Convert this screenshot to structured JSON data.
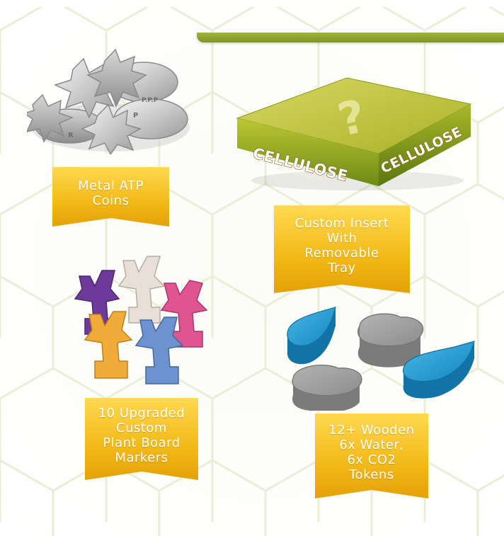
{
  "colors": {
    "accent_bar": "#8ea52e",
    "callout_gold": "#f2b917",
    "water_token": "#1e9fd6",
    "co2_token": "#8f8f8f"
  },
  "callouts": {
    "atp_coins": "Metal ATP\nCoins",
    "custom_insert": "Custom Insert\nWith\nRemovable\nTray",
    "plant_markers": "10 Upgraded\nCustom\nPlant Board\nMarkers",
    "wooden_tokens": "12+ Wooden\n6x Water,\n6x CO2\nTokens"
  },
  "box": {
    "logo_text": "CELLULOSE",
    "subtitle": "A Plant Cell Biology Game",
    "lid_glyph": "?"
  },
  "coins": {
    "coin_label_1": "R",
    "coin_label_2": "P",
    "coin_label_3": "P.P.P"
  }
}
